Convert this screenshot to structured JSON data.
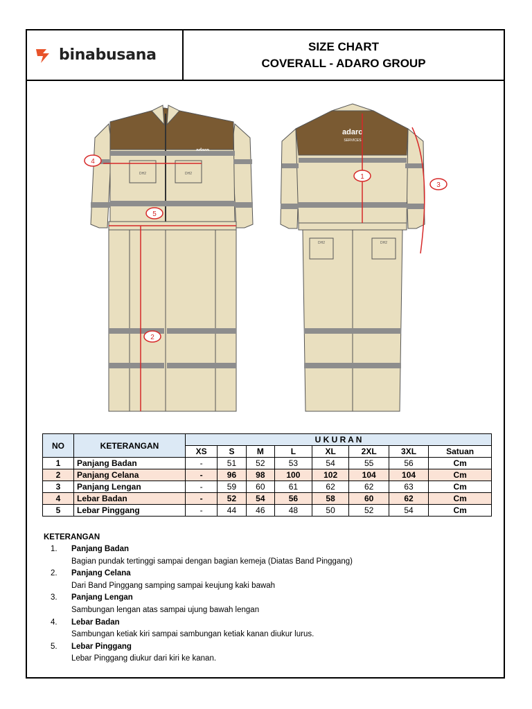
{
  "header": {
    "brand": "binabusana",
    "title_line1": "SIZE CHART",
    "title_line2": "COVERALL - ADARO GROUP"
  },
  "illustration": {
    "front_markers": [
      "4",
      "5",
      "2"
    ],
    "back_markers": [
      "1",
      "3"
    ],
    "patch_brand": "adaro",
    "patch_sub": "SERVICES",
    "pocket_label": "DH2"
  },
  "table": {
    "col_no": "NO",
    "col_ket": "KETERANGAN",
    "col_ukuran": "U K U R A N",
    "sizes": [
      "XS",
      "S",
      "M",
      "L",
      "XL",
      "2XL",
      "3XL",
      "Satuan"
    ],
    "rows": [
      {
        "no": "1",
        "ket": "Panjang Badan",
        "v": [
          "-",
          "51",
          "52",
          "53",
          "54",
          "55",
          "56",
          "Cm"
        ]
      },
      {
        "no": "2",
        "ket": "Panjang Celana",
        "v": [
          "-",
          "96",
          "98",
          "100",
          "102",
          "104",
          "104",
          "Cm"
        ]
      },
      {
        "no": "3",
        "ket": "Panjang Lengan",
        "v": [
          "-",
          "59",
          "60",
          "61",
          "62",
          "62",
          "63",
          "Cm"
        ]
      },
      {
        "no": "4",
        "ket": "Lebar Badan",
        "v": [
          "-",
          "52",
          "54",
          "56",
          "58",
          "60",
          "62",
          "Cm"
        ]
      },
      {
        "no": "5",
        "ket": "Lebar Pinggang",
        "v": [
          "-",
          "44",
          "46",
          "48",
          "50",
          "52",
          "54",
          "Cm"
        ]
      }
    ]
  },
  "notes": {
    "heading": "KETERANGAN",
    "items": [
      {
        "num": "1.",
        "title": "Panjang Badan",
        "desc": "Bagian pundak tertinggi sampai dengan bagian kemeja (Diatas Band Pinggang)"
      },
      {
        "num": "2.",
        "title": "Panjang Celana",
        "desc": "Dari Band Pinggang samping sampai keujung kaki bawah"
      },
      {
        "num": "3.",
        "title": "Panjang Lengan",
        "desc": "Sambungan lengan atas sampai ujung bawah lengan"
      },
      {
        "num": "4.",
        "title": "Lebar Badan",
        "desc": "Sambungan ketiak kiri sampai sambungan ketiak kanan diukur lurus."
      },
      {
        "num": "5.",
        "title": "Lebar Pinggang",
        "desc": "Lebar Pinggang diukur dari kiri ke kanan."
      }
    ]
  },
  "colors": {
    "fabric": "#e9dfbf",
    "yoke": "#7a5a32",
    "reflective": "#8d8d8d",
    "marker": "#d62828",
    "logo": "#e8532a"
  }
}
